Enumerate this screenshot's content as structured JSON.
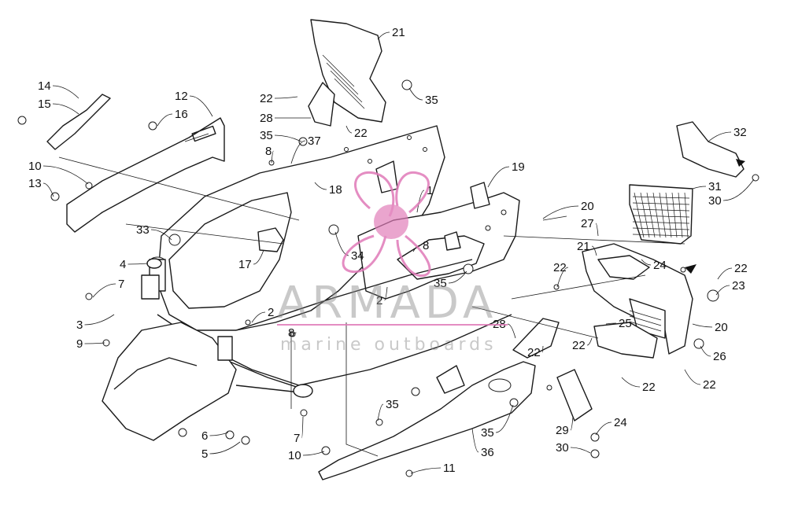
{
  "diagram": {
    "callouts": [
      {
        "id": "c1",
        "text": "1"
      },
      {
        "id": "c2a",
        "text": "2"
      },
      {
        "id": "c2b",
        "text": "2"
      },
      {
        "id": "c3",
        "text": "3"
      },
      {
        "id": "c4",
        "text": "4"
      },
      {
        "id": "c5",
        "text": "5"
      },
      {
        "id": "c6",
        "text": "6"
      },
      {
        "id": "c7a",
        "text": "7"
      },
      {
        "id": "c7b",
        "text": "7"
      },
      {
        "id": "c8a",
        "text": "8"
      },
      {
        "id": "c8b",
        "text": "8"
      },
      {
        "id": "c8c",
        "text": "8"
      },
      {
        "id": "c9",
        "text": "9"
      },
      {
        "id": "c10a",
        "text": "10"
      },
      {
        "id": "c10b",
        "text": "10"
      },
      {
        "id": "c11",
        "text": "11"
      },
      {
        "id": "c12",
        "text": "12"
      },
      {
        "id": "c13",
        "text": "13"
      },
      {
        "id": "c14",
        "text": "14"
      },
      {
        "id": "c15",
        "text": "15"
      },
      {
        "id": "c16",
        "text": "16"
      },
      {
        "id": "c17",
        "text": "17"
      },
      {
        "id": "c18",
        "text": "18"
      },
      {
        "id": "c19",
        "text": "19"
      },
      {
        "id": "c20a",
        "text": "20"
      },
      {
        "id": "c20b",
        "text": "20"
      },
      {
        "id": "c21a",
        "text": "21"
      },
      {
        "id": "c21b",
        "text": "21"
      },
      {
        "id": "c22a",
        "text": "22"
      },
      {
        "id": "c22b",
        "text": "22"
      },
      {
        "id": "c22c",
        "text": "22"
      },
      {
        "id": "c22d",
        "text": "22"
      },
      {
        "id": "c22e",
        "text": "22"
      },
      {
        "id": "c22f",
        "text": "22"
      },
      {
        "id": "c22g",
        "text": "22"
      },
      {
        "id": "c22h",
        "text": "22"
      },
      {
        "id": "c23",
        "text": "23"
      },
      {
        "id": "c24a",
        "text": "24"
      },
      {
        "id": "c24b",
        "text": "24"
      },
      {
        "id": "c25",
        "text": "25"
      },
      {
        "id": "c26",
        "text": "26"
      },
      {
        "id": "c27",
        "text": "27"
      },
      {
        "id": "c28a",
        "text": "28"
      },
      {
        "id": "c28b",
        "text": "28"
      },
      {
        "id": "c29",
        "text": "29"
      },
      {
        "id": "c30a",
        "text": "30"
      },
      {
        "id": "c30b",
        "text": "30"
      },
      {
        "id": "c31",
        "text": "31"
      },
      {
        "id": "c32",
        "text": "32"
      },
      {
        "id": "c33",
        "text": "33"
      },
      {
        "id": "c34",
        "text": "34"
      },
      {
        "id": "c35a",
        "text": "35"
      },
      {
        "id": "c35b",
        "text": "35"
      },
      {
        "id": "c35c",
        "text": "35"
      },
      {
        "id": "c35d",
        "text": "35"
      },
      {
        "id": "c35e",
        "text": "35"
      },
      {
        "id": "c36",
        "text": "36"
      },
      {
        "id": "c37",
        "text": "37"
      }
    ]
  },
  "watermark": {
    "name": "ARMADA",
    "tagline": "marine outboards",
    "accent_color": "#e07ab8",
    "text_color": "#8a8a8a"
  }
}
